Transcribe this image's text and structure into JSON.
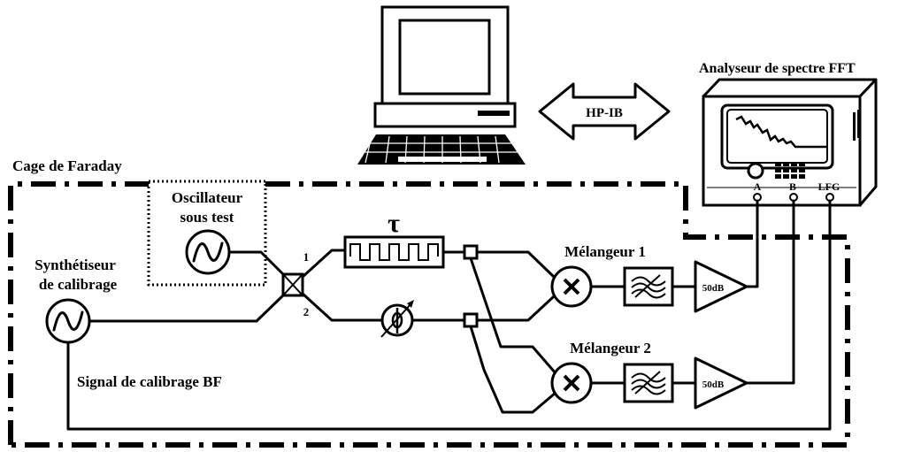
{
  "labels": {
    "cage": "Cage de Faraday",
    "analyzer": "Analyseur de spectre FFT",
    "bus": "HP-IB",
    "osc_line1": "Oscillateur",
    "osc_line2": "sous test",
    "synth_line1": "Synthétiseur",
    "synth_line2": "de calibrage",
    "tau": "τ",
    "port1": "1",
    "port2": "2",
    "mixer1": "Mélangeur 1",
    "mixer2": "Mélangeur 2",
    "amp1": "50dB",
    "amp2": "50dB",
    "input_a": "A",
    "input_b": "B",
    "input_lfg": "LFG",
    "calib_signal": "Signal de calibrage BF"
  },
  "icons": {
    "computer": "computer-icon",
    "sine_source": "sine-wave-icon",
    "mixer": "mixer-x-icon",
    "phase_shifter": "phase-shifter-icon",
    "filter": "lowpass-filter-icon",
    "amplifier": "amplifier-triangle-icon"
  },
  "colors": {
    "stroke": "#000000",
    "background": "#ffffff"
  }
}
